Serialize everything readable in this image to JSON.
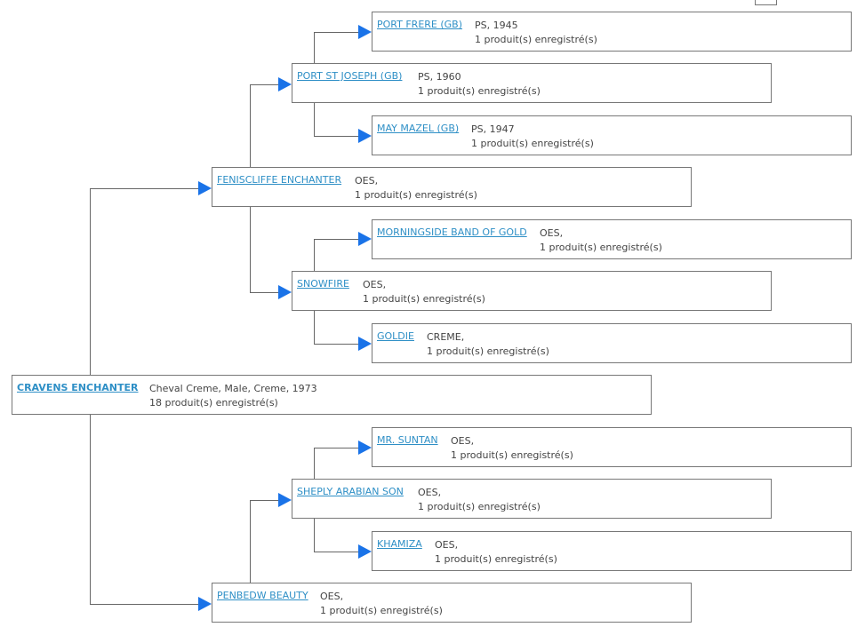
{
  "pedigree": {
    "subject": {
      "name": "CRAVENS ENCHANTER",
      "info": "Cheval Creme, Male, Creme, 1973",
      "count": "18 produit(s) enregistré(s)"
    },
    "sire": {
      "name": "FENISCLIFFE ENCHANTER",
      "info": "OES,",
      "count": "1 produit(s) enregistré(s)"
    },
    "dam": {
      "name": "PENBEDW BEAUTY",
      "info": "OES,",
      "count": "1 produit(s) enregistré(s)"
    },
    "ss": {
      "name": "PORT ST JOSEPH (GB)",
      "info": "PS, 1960",
      "count": "1 produit(s) enregistré(s)"
    },
    "sd": {
      "name": "SNOWFIRE",
      "info": "OES,",
      "count": "1 produit(s) enregistré(s)"
    },
    "ds": {
      "name": "SHEPLY ARABIAN SON",
      "info": "OES,",
      "count": "1 produit(s) enregistré(s)"
    },
    "sss": {
      "name": "PORT FRERE (GB)",
      "info": "PS, 1945",
      "count": "1 produit(s) enregistré(s)"
    },
    "ssd": {
      "name": "MAY MAZEL (GB)",
      "info": "PS, 1947",
      "count": "1 produit(s) enregistré(s)"
    },
    "sds": {
      "name": "MORNINGSIDE BAND OF GOLD",
      "info": "OES,",
      "count": "1 produit(s) enregistré(s)"
    },
    "sdd": {
      "name": "GOLDIE",
      "info": "CREME,",
      "count": "1 produit(s) enregistré(s)"
    },
    "dss": {
      "name": "MR. SUNTAN",
      "info": "OES,",
      "count": "1 produit(s) enregistré(s)"
    },
    "dsd": {
      "name": "KHAMIZA",
      "info": "OES,",
      "count": "1 produit(s) enregistré(s)"
    }
  }
}
